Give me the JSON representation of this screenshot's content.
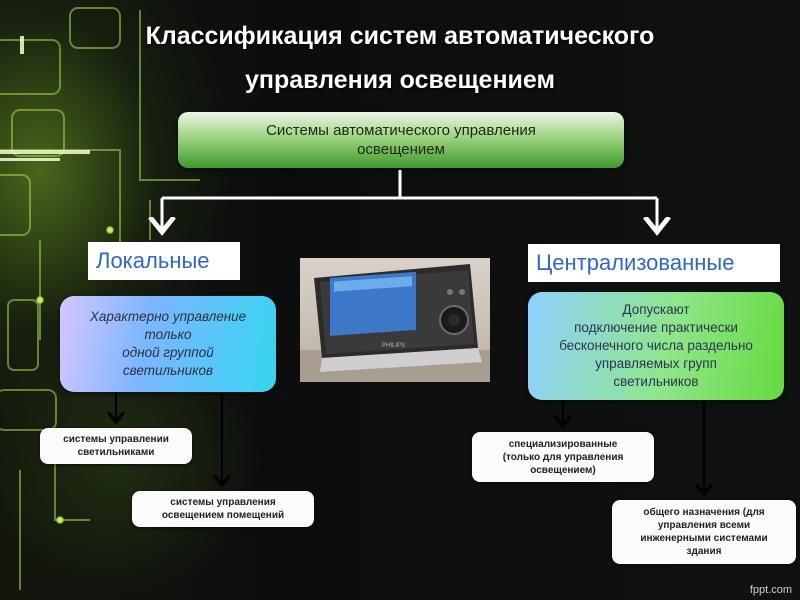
{
  "title": {
    "line1": "Классификация систем автоматического",
    "line2": "управления освещением"
  },
  "root": {
    "line1": "Системы автоматического управления",
    "line2": "освещением"
  },
  "categories": {
    "local": "Локальные",
    "central": "Централизованные"
  },
  "descriptions": {
    "local": [
      "Характерно управление",
      "только",
      "одной группой",
      "светильников"
    ],
    "central": [
      "Допускают",
      "подключение практически",
      "бесконечного числа раздельно",
      "управляемых групп",
      "светильников"
    ]
  },
  "leaves": {
    "local_1": [
      "системы управлении",
      "светильниками"
    ],
    "local_2": [
      "системы управления",
      "освещением помещений"
    ],
    "central_1": [
      "специализированные",
      "(только для управления",
      "освещением)"
    ],
    "central_2": [
      "общего назначения (для",
      "управления всеми",
      "инженерными системами",
      "здания"
    ]
  },
  "photo": {
    "brand": "PHILIPS"
  },
  "footer": "fppt.com",
  "colors": {
    "accent_blue": "#3167c2",
    "root_green": "#3f9a2c",
    "line": "#ffffff"
  }
}
